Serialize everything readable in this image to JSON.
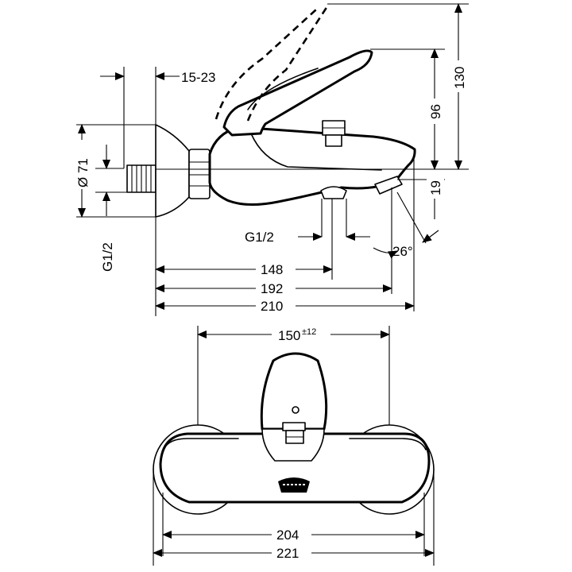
{
  "side_view": {
    "dims": {
      "wall_range": "15-23",
      "dia": "Ø 71",
      "thread_left": "G1/2",
      "thread_outlet": "G1/2",
      "angle": "26°",
      "len_148": "148",
      "len_192": "192",
      "len_210": "210",
      "h_130": "130",
      "h_96": "96",
      "h_19": "19"
    }
  },
  "front_view": {
    "dims": {
      "centers": "150",
      "centers_tol": "±12",
      "width_204": "204",
      "width_221": "221"
    }
  }
}
